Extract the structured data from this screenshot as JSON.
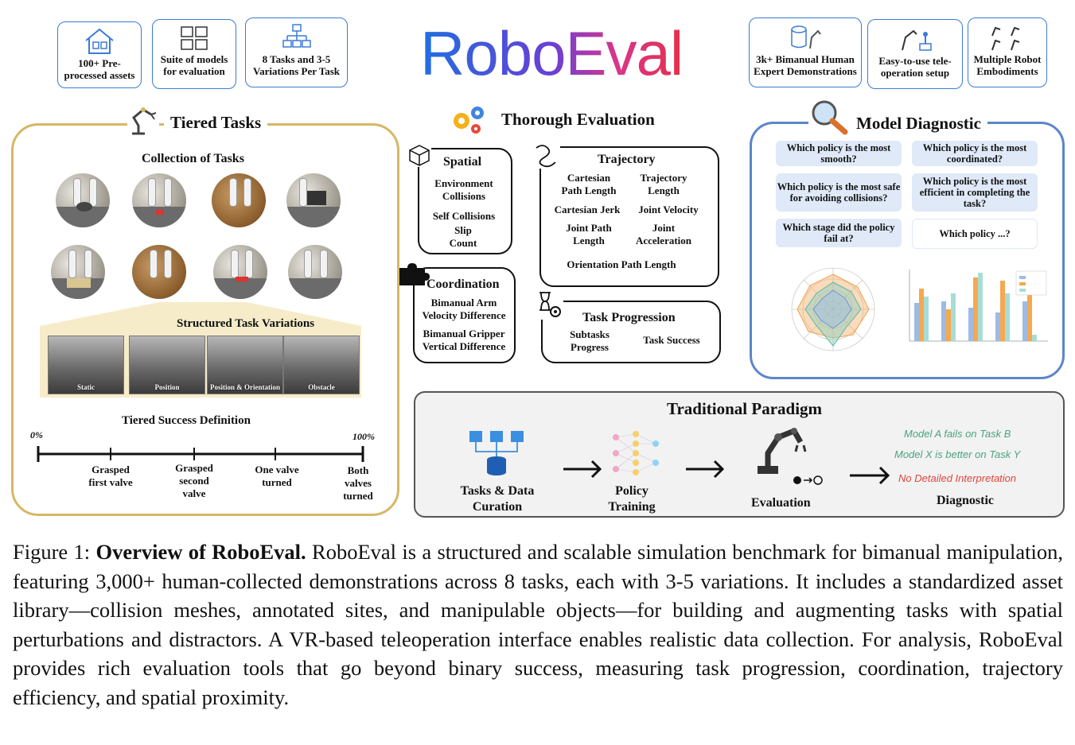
{
  "header": {
    "title": "RoboEval",
    "left_badges": [
      "100+ Pre-processed assets",
      "Suite of models for evaluation",
      "8 Tasks and 3-5 Variations Per Task"
    ],
    "right_badges": [
      "3k+ Bimanual Human Expert Demonstrations",
      "Easy-to-use tele-operation setup",
      "Multiple Robot Embodiments"
    ]
  },
  "tiered": {
    "title": "Tiered Tasks",
    "collection_title": "Collection of Tasks",
    "variations_title": "Structured Task Variations",
    "variations": [
      "Static",
      "Position",
      "Position & Orientation",
      "Obstacle"
    ],
    "success_title": "Tiered Success Definition",
    "start_label": "0%",
    "end_label": "100%",
    "ticks": [
      "Grasped first valve",
      "Grasped second valve",
      "One valve turned",
      "Both valves turned"
    ]
  },
  "evaluation": {
    "title": "Thorough Evaluation",
    "spatial": {
      "title": "Spatial",
      "items": [
        "Environment Collisions",
        "Self Collisions",
        "Slip Count"
      ]
    },
    "trajectory": {
      "title": "Trajectory",
      "items": [
        "Cartesian Path Length",
        "Trajectory Length",
        "Cartesian Jerk",
        "Joint Velocity",
        "Joint Path Length",
        "Joint Acceleration",
        "Orientation Path Length"
      ]
    },
    "coordination": {
      "title": "Coordination",
      "items": [
        "Bimanual Arm Velocity Difference",
        "Bimanual Gripper Vertical Difference"
      ]
    },
    "progression": {
      "title": "Task Progression",
      "items": [
        "Subtasks Progress",
        "Task Success"
      ]
    }
  },
  "diagnostic": {
    "title": "Model Diagnostic",
    "questions": [
      "Which policy is the most smooth?",
      "Which policy is the most coordinated?",
      "Which policy is the most safe for avoiding collisions?",
      "Which policy is the most efficient in completing the task?",
      "Which stage did the policy fail at?",
      "Which policy ...?"
    ]
  },
  "traditional": {
    "title": "Traditional Paradigm",
    "steps": [
      "Tasks & Data Curation",
      "Policy Training",
      "Evaluation",
      "Diagnostic"
    ],
    "findings": [
      "Model A fails on Task B",
      "Model X is better on Task Y",
      "No Detailed Interpretation"
    ],
    "colors": {
      "green": "#4aa37f",
      "red": "#e0463a"
    }
  },
  "caption": {
    "label": "Figure 1:",
    "bold_lead": "Overview of RoboEval.",
    "text": "RoboEval is a structured and scalable simulation benchmark for bimanual manipulation, featuring 3,000+ human-collected demonstrations across 8 tasks, each with 3-5 variations. It includes a standardized asset library—collision meshes, annotated sites, and manipulable objects—for building and augmenting tasks with spatial perturbations and distractors. A VR-based teleoperation interface enables realistic data collection. For analysis, RoboEval provides rich evaluation tools that go beyond binary success, measuring task progression, coordination, trajectory efficiency, and spatial proximity."
  },
  "colors": {
    "gold": "#d6b766",
    "blue": "#3b7bd6",
    "diag_blue": "#5b86c9"
  }
}
